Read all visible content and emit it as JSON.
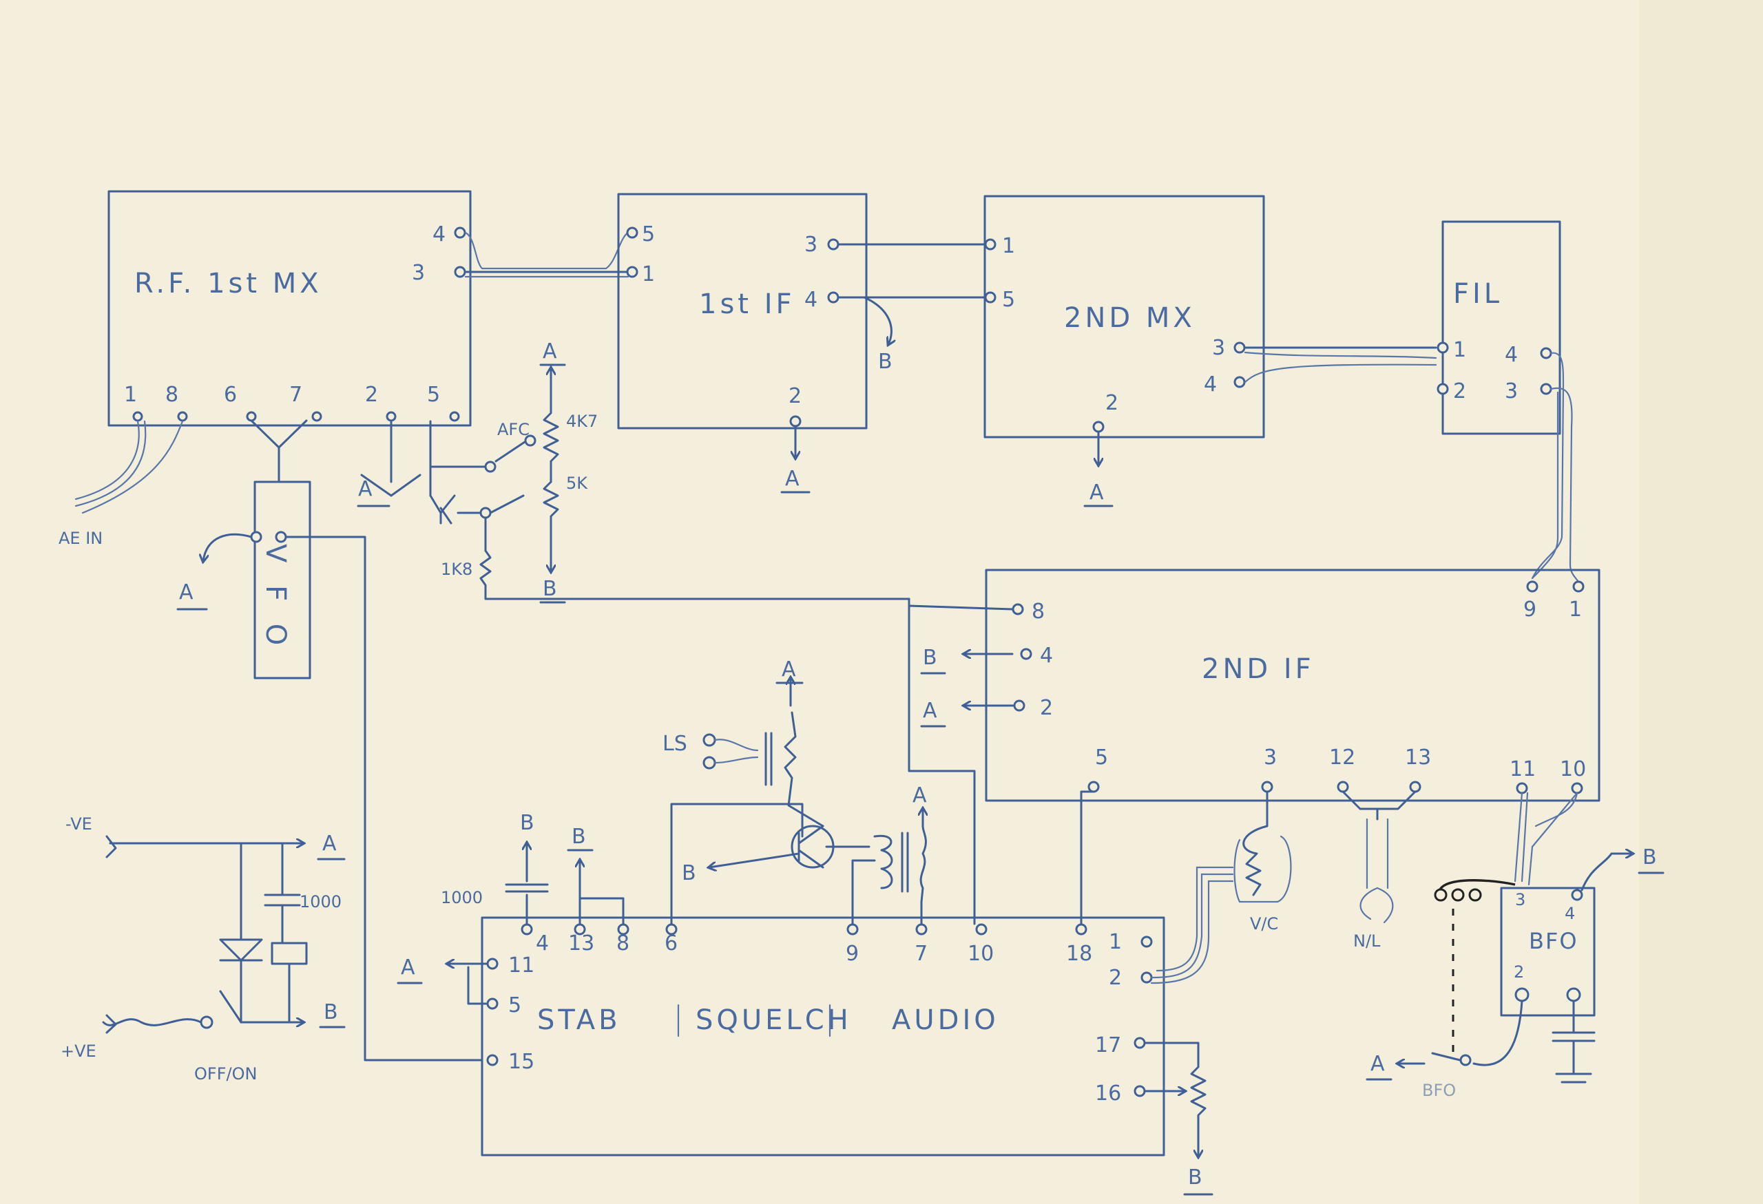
{
  "blocks": {
    "rf_mix": {
      "label": "R.F. 1st MX",
      "pins_top": [
        "4",
        "3"
      ],
      "pins_bottom": [
        "1",
        "8",
        "6",
        "7",
        "2",
        "5"
      ]
    },
    "if1": {
      "label": "1st IF",
      "pins": [
        "5",
        "1",
        "3",
        "4",
        "2"
      ]
    },
    "mx2": {
      "label": "2ND MX",
      "pins": [
        "1",
        "5",
        "3",
        "4",
        "2"
      ]
    },
    "fil": {
      "label": "FIL",
      "pins": [
        "1",
        "2",
        "4",
        "3"
      ]
    },
    "if2": {
      "label": "2ND IF",
      "pins": [
        "8",
        "4",
        "2",
        "9",
        "1",
        "5",
        "3",
        "12",
        "13",
        "11",
        "10"
      ]
    },
    "vfo": {
      "label": "V F O"
    },
    "audio": {
      "label_stab": "STAB",
      "label_squelch": "SQUELCH",
      "label_audio": "AUDIO",
      "pins_top": [
        "4",
        "13",
        "8",
        "6",
        "9",
        "7",
        "10",
        "18"
      ],
      "pins_left": [
        "11",
        "5",
        "15"
      ],
      "pins_right": [
        "1",
        "2",
        "17",
        "16"
      ]
    },
    "bfo": {
      "label": "BFO",
      "pins": [
        "3",
        "4",
        "2"
      ]
    }
  },
  "labels": {
    "ae_in": "AE IN",
    "afc": "AFC",
    "r_4k7": "4K7",
    "r_5k": "5K",
    "r_1k8": "1K8",
    "c_1000_a": "1000",
    "c_1000_b": "1000",
    "ls": "LS",
    "vol": "V/C",
    "nl": "N/L",
    "bfo_switch": "BFO",
    "neg": "-VE",
    "pos": "+VE",
    "off_on": "OFF/ON",
    "rail_a": "A",
    "rail_b": "B"
  }
}
